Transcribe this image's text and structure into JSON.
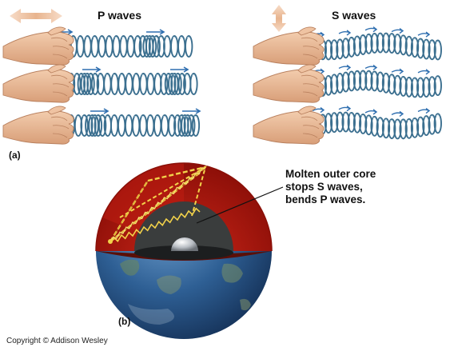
{
  "panel_a": {
    "label": "(a)",
    "p_waves": {
      "title": "P waves",
      "motion": "horizontal"
    },
    "s_waves": {
      "title": "S waves",
      "motion": "vertical"
    }
  },
  "panel_b": {
    "label": "(b)",
    "annotation": [
      "Molten outer core",
      "stops S waves,",
      "bends P waves."
    ]
  },
  "copyright": "Copyright © Addison Wesley",
  "colors": {
    "spring": "#3b6f8f",
    "arrow": "#2f6fb0",
    "hand": "#e8b894",
    "mantle": "#b0140c",
    "outer_core": "#3a3d3d",
    "inner_core": "#c7cbd0",
    "wave_path": "#f2d24a",
    "ocean": "#2e5f94"
  },
  "icons": [
    "double-arrow-horizontal-icon",
    "double-arrow-vertical-icon",
    "hand-icon",
    "spring-coil-icon"
  ]
}
